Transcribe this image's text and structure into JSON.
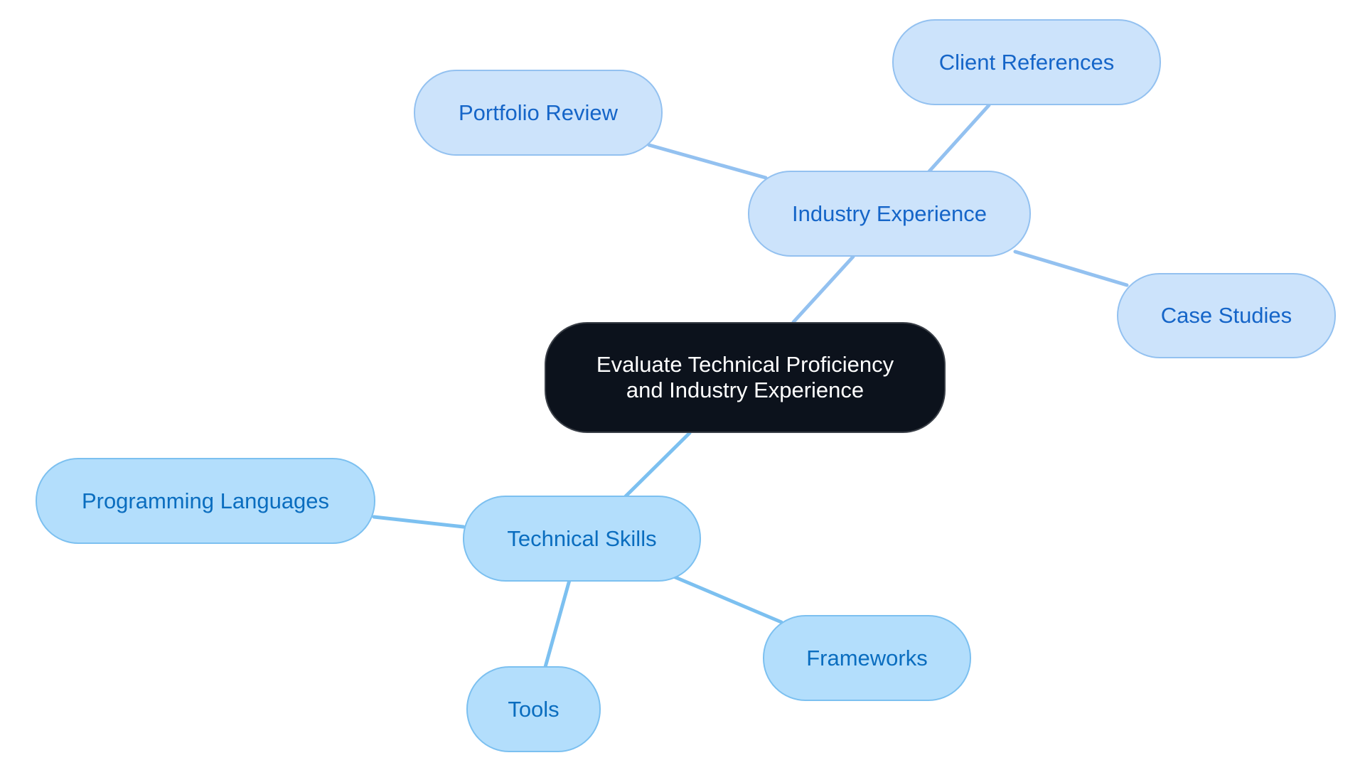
{
  "diagram": {
    "type": "mind-map",
    "colors": {
      "root_fill": "#0c121c",
      "root_text": "#ffffff",
      "industry_fill": "#cce3fb",
      "industry_border": "#93c1f0",
      "industry_text": "#1565c8",
      "industry_edge": "#93c1f0",
      "technical_fill": "#b3defc",
      "technical_border": "#7cc0f0",
      "technical_text": "#0a6dbf",
      "technical_edge": "#7cc0f0"
    },
    "root": {
      "label": "Evaluate Technical Proficiency\nand Industry Experience"
    },
    "branches": [
      {
        "label": "Industry Experience",
        "children": [
          {
            "label": "Portfolio Review"
          },
          {
            "label": "Client References"
          },
          {
            "label": "Case Studies"
          }
        ]
      },
      {
        "label": "Technical Skills",
        "children": [
          {
            "label": "Programming Languages"
          },
          {
            "label": "Tools"
          },
          {
            "label": "Frameworks"
          }
        ]
      }
    ]
  }
}
